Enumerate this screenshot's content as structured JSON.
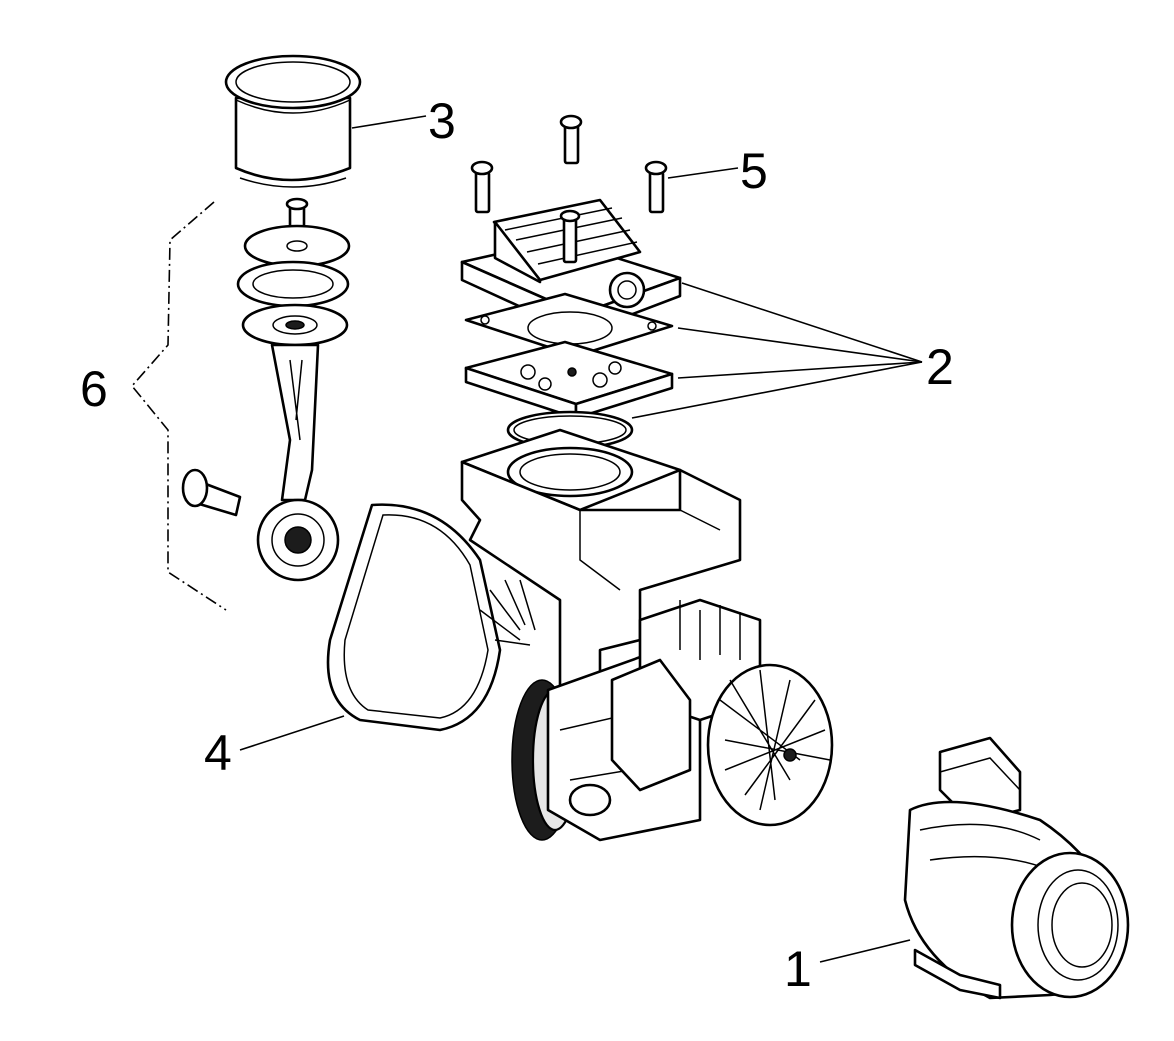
{
  "labels": {
    "motor_cover": "1",
    "cylinder_head_kit": "2",
    "cylinder": "3",
    "belt": "4",
    "screw": "5",
    "connecting_rod_kit": "6"
  },
  "colors": {
    "line": "#000000",
    "background": "#ffffff"
  }
}
